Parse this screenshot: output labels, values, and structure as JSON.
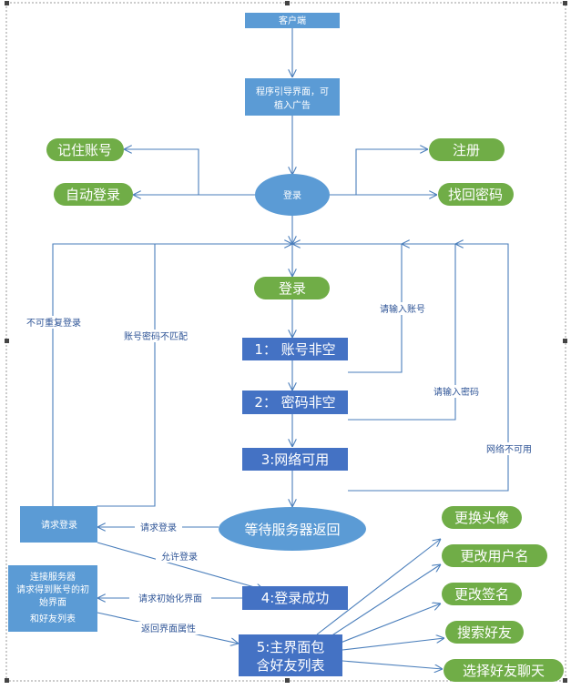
{
  "colors": {
    "blue_light": "#5B9BD5",
    "blue_dark": "#4472C4",
    "green": "#70AD47",
    "line": "#4A7EBB",
    "label": "#2F5597"
  },
  "nodes": {
    "client": "客户端",
    "guide_1": "程序引导界面，可",
    "guide_2": "植入广告",
    "login_ellipse": "登录",
    "remember": "记住账号",
    "autologin": "自动登录",
    "register": "注册",
    "recover": "找回密码",
    "login_pill": "登录",
    "step1": "1：  账号非空",
    "step2": "2：  密码非空",
    "step3": "3:网络可用",
    "wait": "等待服务器返回",
    "request_login": "请求登录",
    "connect_1": "连接服务器",
    "connect_2": "请求得到账号的初",
    "connect_3": "始界面",
    "connect_4": "和好友列表",
    "step4": "4:登录成功",
    "main_1": "5:主界面包",
    "main_2": "含好友列表",
    "change_avatar": "更换头像",
    "change_username": "更改用户名",
    "change_signature": "更改签名",
    "search_friend": "搜索好友",
    "chat_friend": "选择好友聊天"
  },
  "edge_labels": {
    "no_repeat": "不可重复登录",
    "mismatch": "账号密码不匹配",
    "enter_account": "请输入账号",
    "enter_password": "请输入密码",
    "no_network": "网络不可用",
    "request_login": "请求登录",
    "allow_login": "允许登录",
    "request_init": "请求初始化界面",
    "return_attrs": "返回界面属性"
  }
}
